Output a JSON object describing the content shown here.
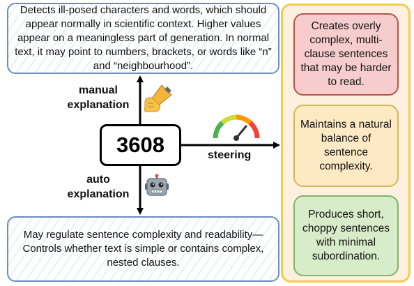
{
  "feature": {
    "id": "3608"
  },
  "manual": {
    "label_line1": "manual",
    "label_line2": "explanation",
    "icon": "writing-hand-icon",
    "text": "Detects ill-posed characters and words, which should appear normally in scientific context. Higher values appear on a meaningless part of generation. In normal text, it may point to numbers, brackets, or words like “n” and “neighbourhood”."
  },
  "auto": {
    "label_line1": "auto",
    "label_line2": "explanation",
    "icon": "robot-icon",
    "text": "May regulate sentence complexity and readability—Controls whether text is simple or contains complex, nested clauses."
  },
  "steering": {
    "label": "steering",
    "icon": "speedometer-gauge-icon",
    "effects": [
      {
        "level": "high",
        "text": "Creates overly complex, multi-clause sentences that may be harder to read.",
        "color": "#f6cdcc",
        "border": "#b85450"
      },
      {
        "level": "neutral",
        "text": "Maintains a natural balance of sentence complexity.",
        "color": "#fde9c4",
        "border": "#d6b656"
      },
      {
        "level": "low",
        "text": "Produces short, choppy sentences with minimal subordination.",
        "color": "#d7ecc8",
        "border": "#82b366"
      }
    ]
  },
  "colors": {
    "explanation_border": "#6c8ebf",
    "panel_border": "#f5cc4a",
    "panel_fill": "#fdf0df"
  }
}
